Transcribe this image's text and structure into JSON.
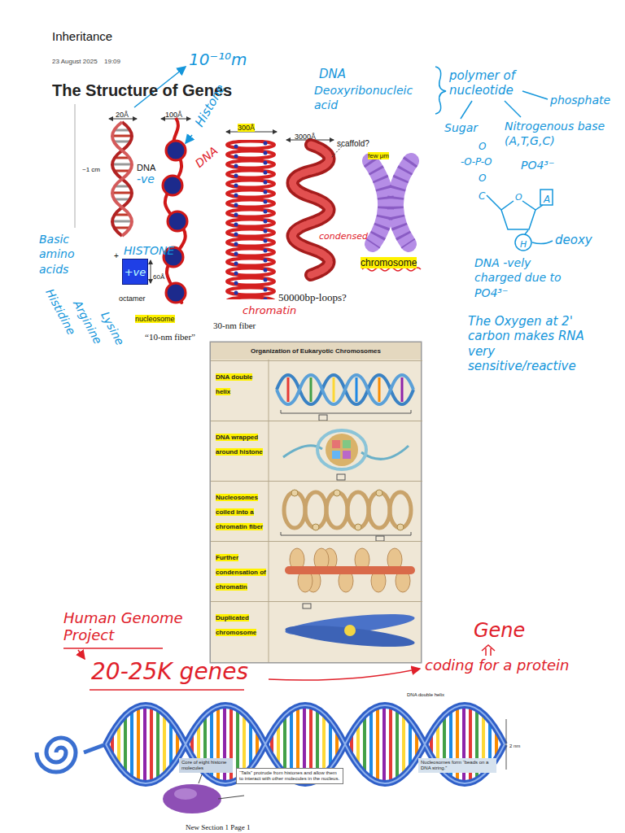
{
  "diagram": {
    "title": "The Structure of Genes",
    "nodes": [
      {
        "text": [
          "+ve"
        ]
      },
      {
        "text": [
          "Organization of Eukaryotic Chromosomes"
        ]
      },
      {
        "text": [
          "DNA double helix"
        ],
        "in": 1
      },
      {
        "text": [
          "DNA wrapped around histone"
        ],
        "in": 1
      },
      {
        "text": [
          "Nucleosomes coiled into a chromatin fiber"
        ],
        "in": 1
      },
      {
        "text": [
          "Further condensation of chromatin"
        ],
        "in": 1
      },
      {
        "text": [
          "Duplicated chromosome"
        ],
        "in": 1
      },
      {
        "text": [
          "Core of eight histone molecules"
        ]
      },
      {
        "text": [
          "“Tails” protrude from histones and allow them to interact with other molecules in the nucleus."
        ]
      },
      {
        "text": [
          "Nucleosomes form “beads on a DNA string.”"
        ]
      }
    ],
    "labels": [
      "Inheritance",
      "23 August 2025",
      "19:09",
      "10⁻¹⁰m",
      "DNA",
      "Deoxyribonucleic acid",
      "polymer of nucleotide",
      "phosphate",
      "Sugar",
      "Nitrogenous base (A,T,G,C)",
      "20Å",
      "100Å",
      "Histone",
      "300Å",
      "3000Å",
      "scaffold?",
      "few μm",
      "~1 cm",
      "DNA",
      "-ve",
      "DNA",
      "O",
      "-O-P-O",
      "PO4³⁻",
      "O",
      "C",
      "O",
      "A",
      "H",
      "deoxy",
      "condensed",
      "Basic amino acids",
      "+",
      "HISTONE",
      "60Å",
      "chromosome",
      "DNA -vely charged due to PO4³⁻",
      "octamer",
      "50000bp-loops?",
      "Histidine",
      "nucleosome",
      "chromatin",
      "30-nm fiber",
      "“10-nm fiber”",
      "Arginine",
      "Lysine",
      "The Oxygen at 2' carbon makes RNA very sensitive/reactive",
      "Human Genome Project",
      "Gene",
      "20-25K genes",
      "coding for a protein",
      "DNA double helix",
      "2 nm",
      "New Section 1 Page 1"
    ]
  }
}
